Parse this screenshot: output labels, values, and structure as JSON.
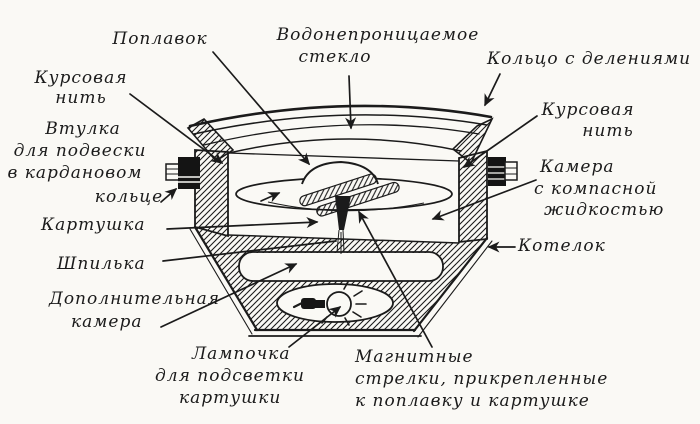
{
  "diagram": {
    "ink_color": "#1b1b1b",
    "paper_color": "#faf9f5",
    "labels": {
      "float": "Поплавок",
      "waterproof_glass": [
        "Водонепроницаемое",
        "стекло"
      ],
      "ring_with_divisions": "Кольцо с делениями",
      "course_thread_left": [
        "Курсовая",
        "нить"
      ],
      "gimbal_sleeve": [
        "Втулка",
        "для подвески",
        "в кардановом",
        "кольце"
      ],
      "course_thread_right": [
        "Курсовая",
        "нить"
      ],
      "liquid_chamber": [
        "Камера",
        "с компасной",
        "жидкостью"
      ],
      "card": "Картушка",
      "bowl": "Котелок",
      "pin": "Шпилька",
      "extra_chamber": [
        "Дополнительная",
        "камера"
      ],
      "lamp": [
        "Лампочка",
        "для подсветки",
        "картушки"
      ],
      "needles": [
        "Магнитные",
        "стрелки, прикрепленные",
        "к поплавку и картушке"
      ]
    }
  }
}
